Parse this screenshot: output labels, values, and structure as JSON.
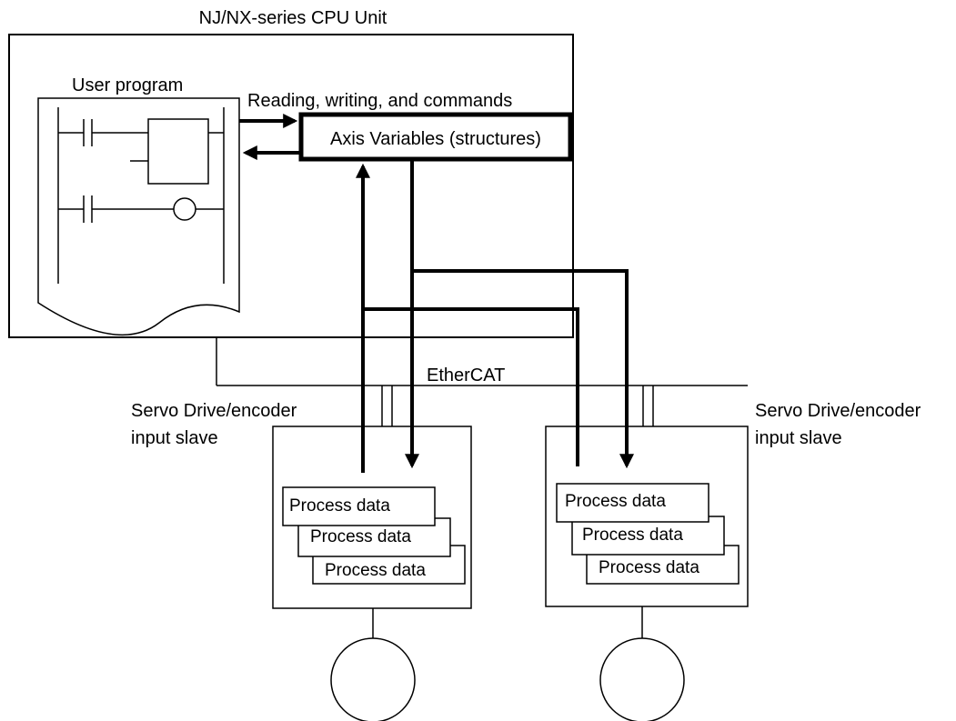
{
  "cpu_unit": {
    "title": "NJ/NX-series CPU Unit"
  },
  "user_program": {
    "label": "User program"
  },
  "axis_variables": {
    "label": "Axis Variables (structures)",
    "access_label": "Reading, writing, and commands"
  },
  "network": {
    "label": "EtherCAT"
  },
  "slaves": [
    {
      "label_line1": "Servo Drive/encoder",
      "label_line2": "input slave",
      "process_data": [
        "Process data",
        "Process data",
        "Process data"
      ]
    },
    {
      "label_line1": "Servo Drive/encoder",
      "label_line2": "input slave",
      "process_data": [
        "Process data",
        "Process data",
        "Process data"
      ]
    }
  ],
  "colors": {
    "line": "#000000",
    "background": "#ffffff"
  }
}
